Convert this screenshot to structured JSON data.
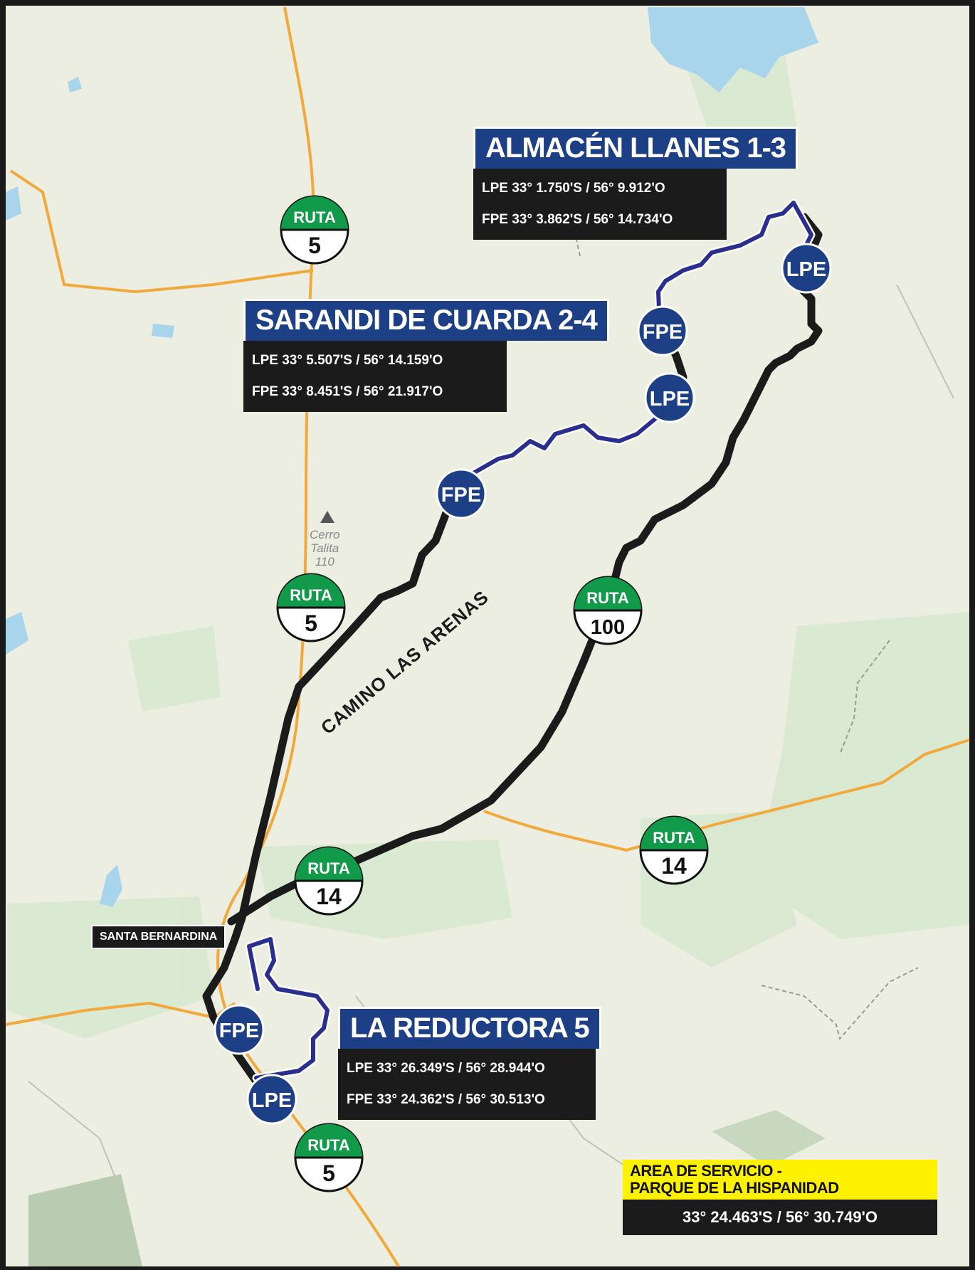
{
  "stages": [
    {
      "title": "ALMACÉN LLANES 1-3",
      "lpe": "LPE  33° 1.750'S  / 56° 9.912'O",
      "fpe": "FPE  33° 3.862'S  / 56° 14.734'O"
    },
    {
      "title": "SARANDI DE CUARDA 2-4",
      "lpe": "LPE  33° 5.507'S  / 56° 14.159'O",
      "fpe": "FPE 33° 8.451'S   / 56° 21.917'O"
    },
    {
      "title": "LA REDUCTORA 5",
      "lpe": "LPE 33° 26.349'S / 56° 28.944'O",
      "fpe": "FPE 33° 24.362'S / 56° 30.513'O"
    }
  ],
  "markers": {
    "lpe": "LPE",
    "fpe": "FPE"
  },
  "road_shields": {
    "word": "RUTA",
    "items": [
      {
        "number": "5"
      },
      {
        "number": "5"
      },
      {
        "number": "100"
      },
      {
        "number": "14"
      },
      {
        "number": "14"
      },
      {
        "number": "5"
      }
    ],
    "colors": {
      "top": "#109a4a",
      "bottom": "#ffffff",
      "outline": "#111111"
    }
  },
  "road_label": "CAMINO LAS ARENAS",
  "town": "SANTA BERNARDINA",
  "peak": {
    "name_line1": "Cerro",
    "name_line2": "Talita",
    "elevation": "110"
  },
  "service_area": {
    "title_line1": "AREA DE SERVICIO -",
    "title_line2": "PARQUE DE LA HISPANIDAD",
    "coords": "33° 24.463'S / 56° 30.749'O"
  },
  "colors": {
    "stage_blue": "#1d3f86",
    "route_black": "#1b1b1b",
    "service_yellow": "#fff200",
    "map_bg": "#eceee2",
    "water": "#a8d4ec",
    "road_orange": "#f2a93b"
  }
}
